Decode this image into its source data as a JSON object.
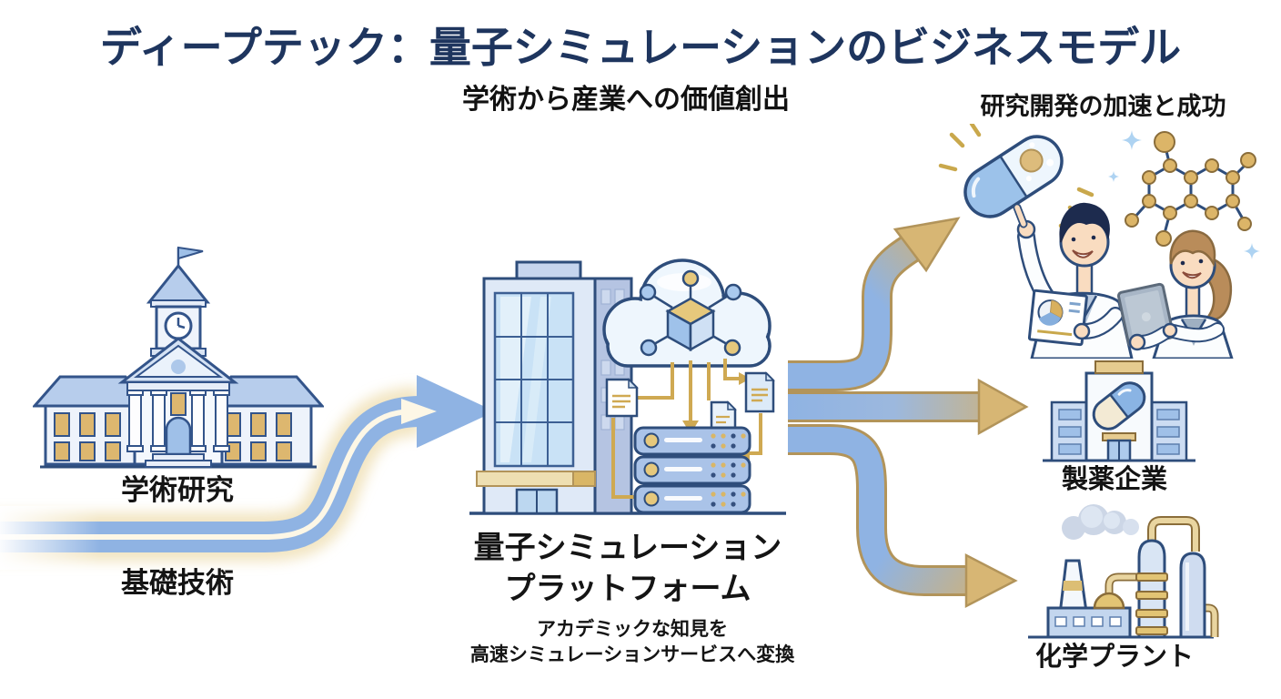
{
  "header": {
    "title": "ディープテック：量子シミュレーションのビジネスモデル",
    "subtitle": "学術から産業への価値創出"
  },
  "academic": {
    "label_research": "学術研究",
    "label_tech": "基礎技術"
  },
  "platform": {
    "name_line1": "量子シミュレーション",
    "name_line2": "プラットフォーム",
    "caption_line1": "アカデミックな知見を",
    "caption_line2": "高速シミュレーションサービスへ変換"
  },
  "outcomes": {
    "rd": {
      "label": "研究開発の加速と成功"
    },
    "pharma": {
      "label": "製薬企業"
    },
    "chemical": {
      "label": "化学プラント"
    }
  },
  "colors": {
    "title_navy": "#1e355e",
    "text": "#141414",
    "arrow_blue": "#8fb3e3",
    "arrow_gold": "#d7b674",
    "arrow_outline": "#b2945a",
    "icon_outline": "#2e4d7b",
    "gold_accent": "#ddb76f"
  }
}
